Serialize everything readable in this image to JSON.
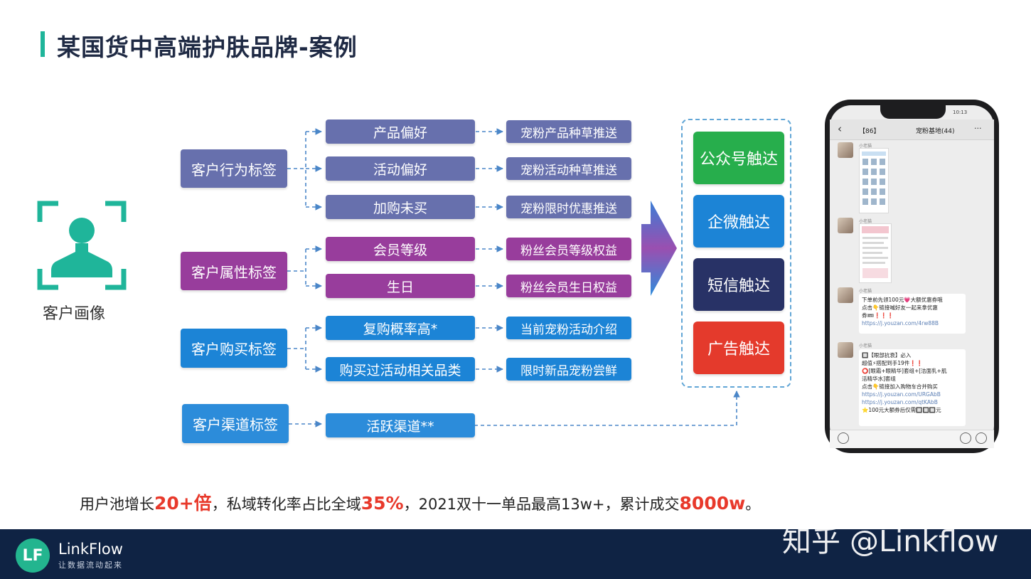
{
  "title": "某国货中高端护肤品牌-案例",
  "persona": {
    "label": "客户画像",
    "icon": "user-scan-icon",
    "color": "#1fb59a"
  },
  "categories": [
    {
      "label": "客户行为标签",
      "color": "#6770ad",
      "items": [
        {
          "label": "产品偏好",
          "action": "宠粉产品种草推送"
        },
        {
          "label": "活动偏好",
          "action": "宠粉活动种草推送"
        },
        {
          "label": "加购未买",
          "action": "宠粉限时优惠推送"
        }
      ]
    },
    {
      "label": "客户属性标签",
      "color": "#983d9c",
      "items": [
        {
          "label": "会员等级",
          "action": "粉丝会员等级权益"
        },
        {
          "label": "生日",
          "action": "粉丝会员生日权益"
        }
      ]
    },
    {
      "label": "客户购买标签",
      "color": "#1c84d6",
      "items": [
        {
          "label": "复购概率高*",
          "action": "当前宠粉活动介绍"
        },
        {
          "label": "购买过活动相关品类",
          "action": "限时新品宠粉尝鲜"
        }
      ]
    },
    {
      "label": "客户渠道标签",
      "color": "#2c8cda",
      "items": [
        {
          "label": "活跃渠道**"
        }
      ]
    }
  ],
  "channels": [
    {
      "label": "公众号触达",
      "color": "#27ae4c"
    },
    {
      "label": "企微触达",
      "color": "#1c84d6"
    },
    {
      "label": "短信触达",
      "color": "#283266"
    },
    {
      "label": "广告触达",
      "color": "#e43a2c"
    }
  ],
  "summary": {
    "p1": "用户池增长",
    "v1": "20+倍",
    "p2": "，私域转化率占比全域",
    "v2": "35%",
    "p3": "，2021双十一单品最高13w+，累计成交",
    "v3": "8000w",
    "p4": "。"
  },
  "phone": {
    "time": "10:13",
    "group_count": "【86】",
    "group_name": "宠粉基地(44)",
    "sender": "小老猫",
    "msg1": [
      "下单前先领100元💗大额优惠券哦",
      "点击👇链接喊好友一起来拿优惠",
      "券🎟❗❗❗",
      "https://j.youzan.com/4rw88B"
    ],
    "msg2": [
      "🔲【眼部抗衰】必入",
      "超值⚡搭配到手19件❗❗",
      "⭕[眼霜+眼精华]套组+[洁面乳+肌",
      "活精华水]套组",
      "点击👇链接加入购物车合并购买",
      "https://j.youzan.com/URGAbB",
      "https://j.youzan.com/qtKAbB",
      "⭐100元大额券后仅需🔲🔲🔲元"
    ]
  },
  "footer": {
    "logo_mark": "LF",
    "brand": "LinkFlow",
    "slogan": "让数据流动起来",
    "watermark": "知乎 @Linkflow"
  }
}
